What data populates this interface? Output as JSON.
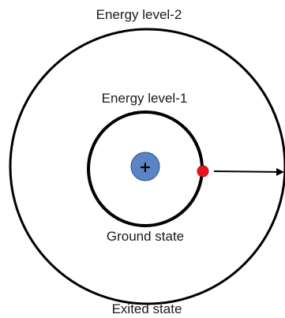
{
  "labels": {
    "outer_top": "Energy level-2",
    "inner_top": "Energy level-1",
    "inner_bottom": "Ground state",
    "outer_bottom": "Exited state"
  },
  "nucleus": {
    "symbol": "+",
    "color": "#5b84c4"
  },
  "electron": {
    "color": "#e8141c"
  }
}
